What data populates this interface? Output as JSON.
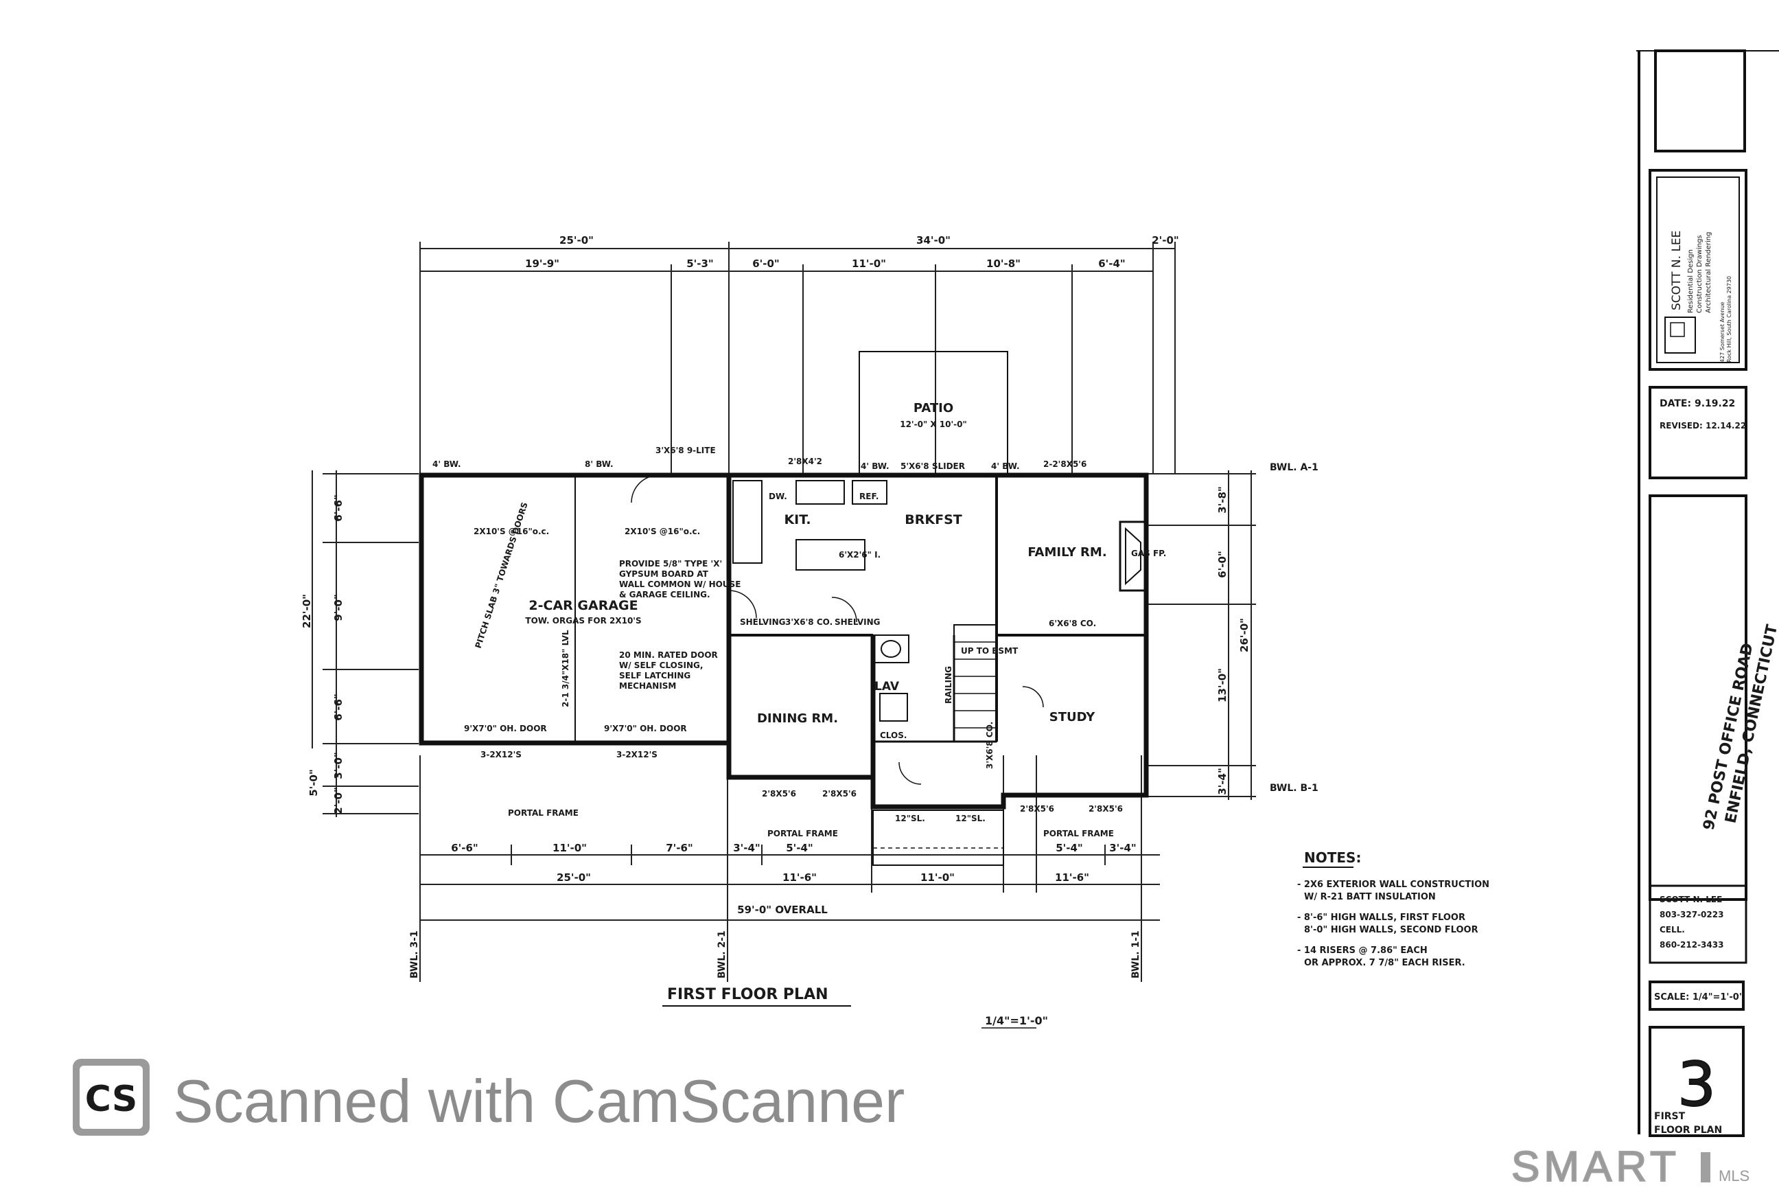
{
  "plan": {
    "title": "FIRST FLOOR PLAN",
    "scale": "1/4\"=1'-0\"",
    "dims_top_overall": [
      "25'-0\"",
      "34'-0\"",
      "2'-0\""
    ],
    "dims_top_detail": [
      "19'-9\"",
      "5'-3\"",
      "6'-0\"",
      "11'-0\"",
      "10'-8\"",
      "6'-4\""
    ],
    "dims_bottom_1": [
      "6'-6\"",
      "11'-0\"",
      "7'-6\"",
      "3'-4\"",
      "5'-4\"",
      "5'-4\"",
      "3'-4\""
    ],
    "dims_bottom_2": [
      "25'-0\"",
      "11'-6\"",
      "11'-0\"",
      "11'-6\""
    ],
    "dim_overall": "59'-0\" OVERALL",
    "dims_left": [
      "6'-6\"",
      "9'-0\"",
      "6'-6\"",
      "3'-0\"",
      "2'-0\"",
      "22'-0\"",
      "5'-0\""
    ],
    "dims_right": [
      "3'-8\"",
      "6'-0\"",
      "13'-0\"",
      "3'-4\"",
      "26'-0\""
    ],
    "grid_labels": [
      "BWL. A-1",
      "BWL. B-1",
      "BWL. 3-1",
      "BWL. 2-1",
      "BWL. 1-1"
    ],
    "rooms": {
      "patio": "PATIO",
      "patio_size": "12'-0\" X 10'-0\"",
      "garage": "2-CAR GARAGE",
      "garage_note": "TOW. ORGAS FOR 2X10'S",
      "kitchen": "KIT.",
      "breakfast": "BRKFST",
      "family": "FAMILY RM.",
      "dining": "DINING RM.",
      "study": "STUDY",
      "lav": "LAV"
    },
    "labels": {
      "slab": "PITCH SLAB 3\" TOWARDS DOORS",
      "gyp_1": "PROVIDE 5/8\" TYPE 'X'",
      "gyp_2": "GYPSUM BOARD AT",
      "gyp_3": "WALL COMMON W/ HOUSE",
      "gyp_4": "& GARAGE CEILING.",
      "door_1": "20 MIN. RATED DOOR",
      "door_2": "W/ SELF CLOSING,",
      "door_3": "SELF LATCHING",
      "door_4": "MECHANISM",
      "joist_1": "2X10'S @16\"o.c.",
      "joist_2": "2X10'S @16\"o.c.",
      "beam": "2-1 3/4\"X18\" LVL",
      "ohdoor_1": "9'X7'0\" OH. DOOR",
      "ohdoor_2": "9'X7'0\" OH. DOOR",
      "hdr_1": "3-2X12'S",
      "hdr_2": "3-2X12'S",
      "slider": "5'X6'8 SLIDER",
      "window_top": "3'X6'8 9-LITE",
      "ref": "REF.",
      "dw": "DW.",
      "island": "6'X2'6\" I.",
      "shelving_1": "SHELVING",
      "shelving_2": "SHELVING",
      "cased_1": "3'X6'8 CO.",
      "cased_2": "6'X6'8 CO.",
      "cased_3": "3'X6'8 CO.",
      "gas_ff": "GAS FP.",
      "clos": "CLOS.",
      "railing": "RAILING",
      "up": "UP TO BSMT",
      "portal_1": "PORTAL FRAME",
      "portal_2": "PORTAL FRAME",
      "portal_3": "PORTAL FRAME",
      "win_1": "2-2'8X5'6",
      "win_2": "2'8X4'2",
      "win_3": "4' BW.",
      "win_4": "8' BW.",
      "win_5": "4' BW.",
      "win_6": "4' BW.",
      "win_7": "2'8X5'6",
      "win_8": "2'8X5'6",
      "win_9": "2'8X5'6",
      "win_10": "2'8X5'6",
      "step_1": "12\"SL.",
      "step_2": "12\"SL."
    }
  },
  "notes": {
    "heading": "NOTES:",
    "items": [
      [
        "- 2X6 EXTERIOR WALL CONSTRUCTION",
        "W/ R-21 BATT INSULATION"
      ],
      [
        "- 8'-6\" HIGH WALLS, FIRST FLOOR",
        "8'-0\" HIGH WALLS, SECOND FLOOR"
      ],
      [
        "- 14 RISERS @ 7.86\" EACH",
        "OR APPROX. 7 7/8\" EACH RISER."
      ]
    ]
  },
  "title_block": {
    "firm_name": "SCOTT N. LEE",
    "firm_lines": [
      "Residential Design",
      "Construction Drawings",
      "Architectural Rendering"
    ],
    "firm_address": [
      "427 Somerset Avenue",
      "Rock Hill, South Carolina 29730"
    ],
    "date": "DATE: 9.19.22",
    "revised": "REVISED: 12.14.22",
    "project_line1": "92 POST OFFICE ROAD",
    "project_line2": "ENFIELD, CONNECTICUT",
    "contact": [
      "SCOTT N. LEE",
      "803-327-0223",
      "CELL.",
      "860-212-3433"
    ],
    "scale": "SCALE: 1/4\"=1'-0\"",
    "sheet_number": "3",
    "sheet_title_1": "FIRST",
    "sheet_title_2": "FLOOR PLAN"
  },
  "watermark": {
    "badge": "CS",
    "text": "Scanned with CamScanner"
  },
  "brand": {
    "logo": "SMART",
    "logo_sub": "MLS"
  }
}
